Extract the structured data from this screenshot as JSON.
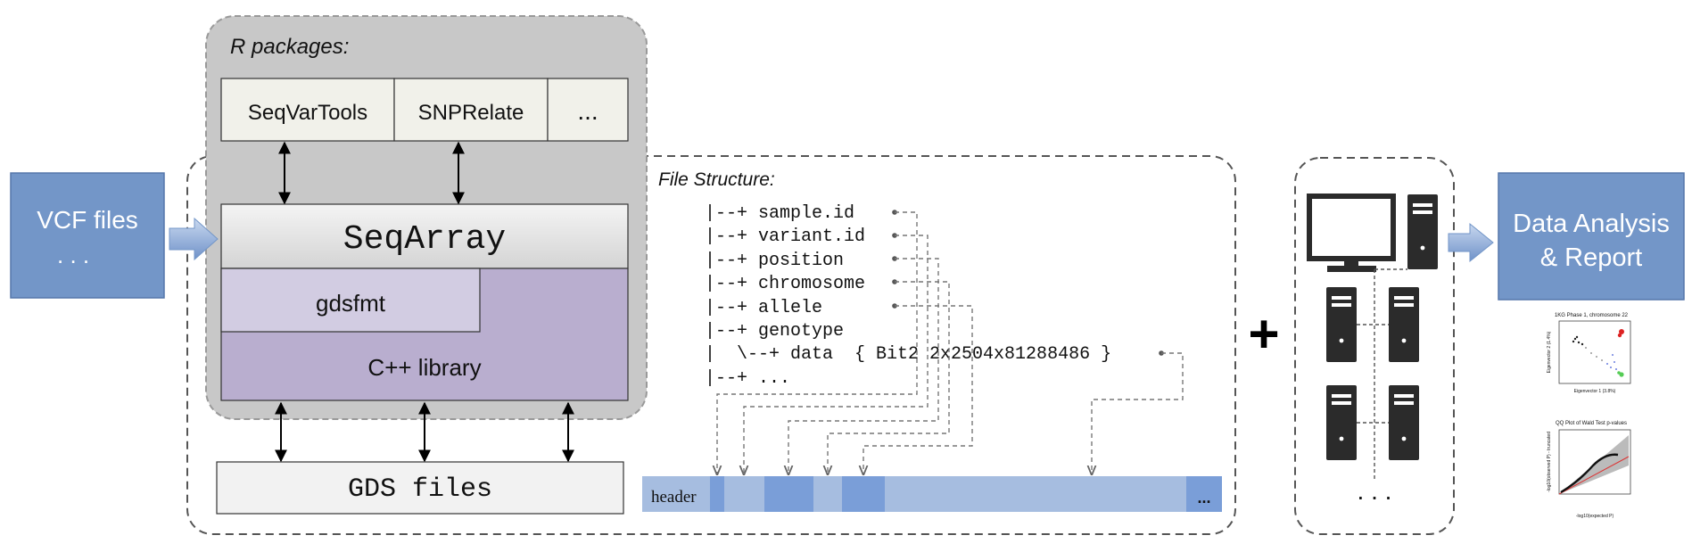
{
  "input": {
    "title": "VCF files",
    "ellipsis": ". . ."
  },
  "r_packages": {
    "heading": "R packages:",
    "items": [
      "SeqVarTools",
      "SNPRelate",
      "..."
    ]
  },
  "core": {
    "seqarray": "SeqArray",
    "gdsfmt": "gdsfmt",
    "cpp_library": "C++ library"
  },
  "storage": {
    "gds_files": "GDS files"
  },
  "file_structure": {
    "heading": "File Structure:",
    "tree": [
      "|--+ sample.id",
      "|--+ variant.id",
      "|--+ position",
      "|--+ chromosome",
      "|--+ allele",
      "|--+ genotype",
      "|  \\--+ data  { Bit2 2x2504x81288486 }",
      "|--+ ..."
    ],
    "header_label": "header",
    "end_label": "..."
  },
  "combine_symbol": "+",
  "compute": {
    "ellipsis": ". . ."
  },
  "output": {
    "title_line1": "Data Analysis",
    "title_line2": "& Report",
    "thumbnails": {
      "pca_title": "1KG Phase 1, chromosome 22",
      "pca_xlabel": "Eigenvector 1 (3.8%)",
      "pca_ylabel": "Eigenvector 2 (1.4%)",
      "qq_title": "QQ Plot of Wald Test p-values",
      "qq_xlabel": "-log10(expected P)",
      "qq_ylabel": "-log10(observed P) - truncated"
    }
  },
  "colors": {
    "blue_box": "#7396c8",
    "light_blue": "#a6bde0",
    "mid_blue": "#7a9ed8",
    "r_panel": "#c8c8c8",
    "purple": "#b9aecf",
    "light_purple": "#d2cce2",
    "dash": "#555555"
  }
}
